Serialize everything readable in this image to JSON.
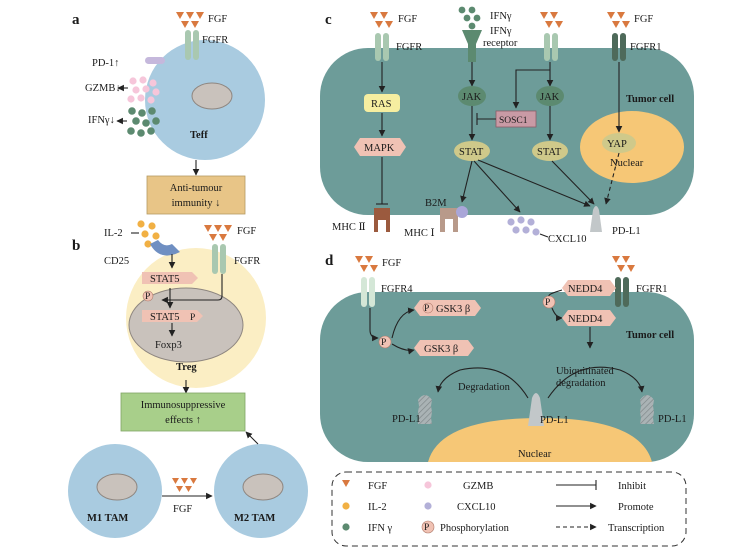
{
  "panels": {
    "a": {
      "letter": "a",
      "ligand": "FGF",
      "receptor": "FGFR",
      "pd1": "PD-1↑",
      "gzmb": "GZMB↓",
      "ifng": "IFNγ↓",
      "cell": "Teff",
      "outcome_line1": "Anti-tumour",
      "outcome_line2": "immunity ↓"
    },
    "b": {
      "letter": "b",
      "il2": "IL-2",
      "cd25": "CD25",
      "ligand": "FGF",
      "receptor": "FGFR",
      "stat5": "STAT5",
      "p": "P",
      "stat5_nuc": "STAT5",
      "foxp3": "Foxp3",
      "cell": "Treg",
      "effects_line1": "Immunosuppressive",
      "effects_line2": "effects ↑",
      "m1": "M1 TAM",
      "m2": "M2 TAM",
      "fgf_between": "FGF"
    },
    "c": {
      "letter": "c",
      "fgf_left": "FGF",
      "fgfr_left": "FGFR",
      "ifng": "IFNγ",
      "ifng_receptor_line1": "IFNγ",
      "ifng_receptor_line2": "receptor",
      "fgf_right": "FGF",
      "fgfr1": "FGFR1",
      "ras": "RAS",
      "mapk": "MAPK",
      "jak_left": "JAK",
      "jak_right": "JAK",
      "sosc1": "SOSC1",
      "stat_left": "STAT",
      "stat_right": "STAT",
      "tumor_cell": "Tumor cell",
      "yap": "YAP",
      "nuclear": "Nuclear",
      "b2m": "B2M",
      "mhc2": "MHC Ⅱ",
      "mhc1": "MHC Ⅰ",
      "cxcl10": "CXCL10",
      "pdl1": "PD-L1"
    },
    "d": {
      "letter": "d",
      "ligand_left": "FGF",
      "fgfr4": "FGFR4",
      "gsk_top": "GSK3 β",
      "gsk_bottom": "GSK3 β",
      "p": "P",
      "nedd4_top": "NEDD4",
      "nedd4_bottom": "NEDD4",
      "fgfr1": "FGFR1",
      "tumor_cell": "Tumor cell",
      "degradation": "Degradation",
      "ubiq_line1": "Ubiquitinated",
      "ubiq_line2": "degradation",
      "pdl1_left": "PD-L1",
      "pdl1_mid": "PD-L1",
      "pdl1_right": "PD-L1",
      "nuclear": "Nuclear"
    }
  },
  "legend": {
    "fgf": "FGF",
    "il2": "IL-2",
    "ifng": "IFN γ",
    "gzmb": "GZMB",
    "cxcl10": "CXCL10",
    "phos": "Phosphorylation",
    "phos_symbol": "P",
    "inhibit": "Inhibit",
    "promote": "Promote",
    "transcription": "Transcription"
  },
  "colors": {
    "fgf_triangle": "#d9793f",
    "receptor": "#a9c8b0",
    "fgfr1_dark": "#4e6a5a",
    "ifng_dot": "#5c8a70",
    "teff_cell": "#a9cbe0",
    "treg_halo": "#fbeec4",
    "nucleus": "#c9c2bc",
    "tumor_cell": "#6d9c99",
    "nuclear_orange": "#f6c776",
    "ras_yellow": "#f6eea0",
    "pink_box": "#f0c2b4",
    "sosc1": "#c99aa5",
    "stat_olive": "#cfc98a",
    "green_box": "#a8cf8a",
    "tan_box": "#e8c587",
    "il2_dot": "#f1b044",
    "cxcl10_dot": "#b3b0d8",
    "gzmb_dot": "#f6c6da"
  }
}
